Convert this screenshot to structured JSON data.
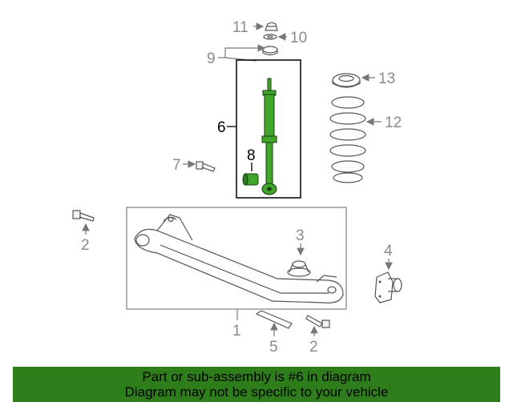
{
  "callouts": {
    "c1": "1",
    "c2a": "2",
    "c2b": "2",
    "c3": "3",
    "c4": "4",
    "c5": "5",
    "c6": "6",
    "c7": "7",
    "c8": "8",
    "c9": "9",
    "c10": "10",
    "c11": "11",
    "c12": "12",
    "c13": "13"
  },
  "highlighted_part": "6",
  "colors": {
    "banner": "#2e7d1b",
    "highlight": "#3fa62a",
    "line": "#555555",
    "callout_text": "#8a8a8a"
  },
  "banner": {
    "line1": "Part or sub-assembly is #6 in diagram",
    "line2": "Diagram may not be specific to your vehicle"
  }
}
